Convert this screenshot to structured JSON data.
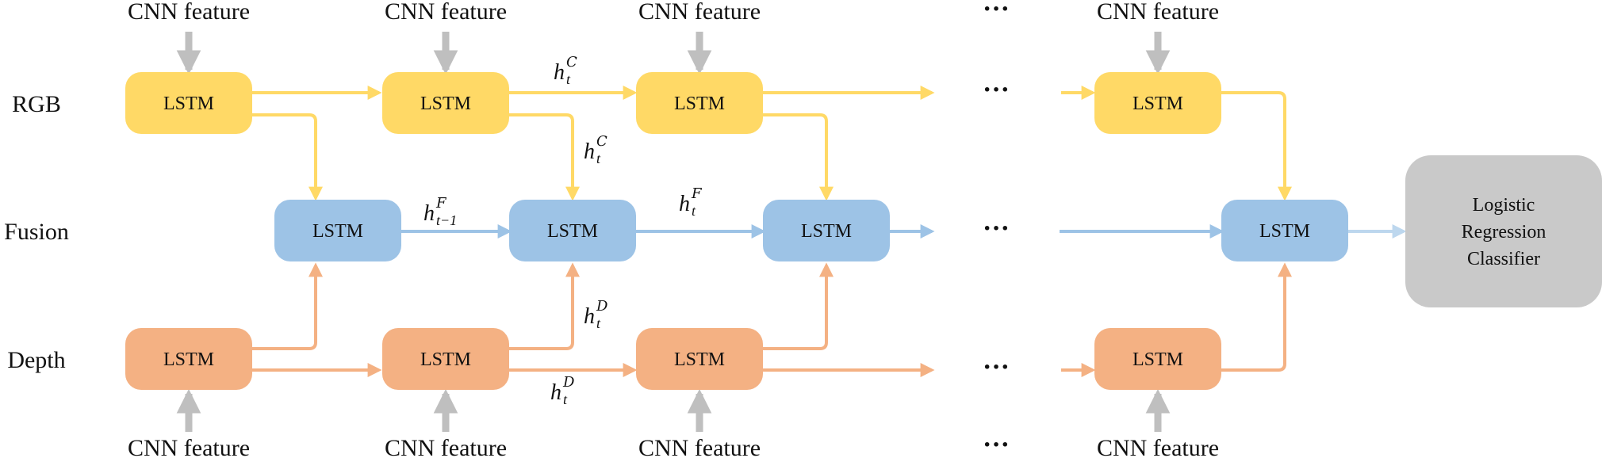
{
  "rows": {
    "rgb": "RGB",
    "fusion": "Fusion",
    "depth": "Depth"
  },
  "box_label": "LSTM",
  "cnn_label": "CNN feature",
  "ellipsis": "···",
  "classifier": {
    "line1": "Logistic",
    "line2": "Regression",
    "line3": "Classifier"
  },
  "edge_labels": {
    "h_c": {
      "base": "h",
      "sub": "t",
      "sup": "C"
    },
    "h_c_down": {
      "base": "h",
      "sub": "t",
      "sup": "C"
    },
    "h_f_prev": {
      "base": "h",
      "sub": "t−1",
      "sup": "F"
    },
    "h_f": {
      "base": "h",
      "sub": "t",
      "sup": "F"
    },
    "h_d_up": {
      "base": "h",
      "sub": "t",
      "sup": "D"
    },
    "h_d": {
      "base": "h",
      "sub": "t",
      "sup": "D"
    }
  },
  "colors": {
    "rgb": "#FFD966",
    "rgb_arrow": "#FFD966",
    "fusion": "#9DC3E6",
    "fusion_arrow": "#9DC3E6",
    "fusion_out": "#BDD7EE",
    "depth": "#F4B183",
    "depth_arrow": "#F4B183",
    "cnn_arrow": "#BFBFBF",
    "classifier": "#C9C9C9"
  }
}
